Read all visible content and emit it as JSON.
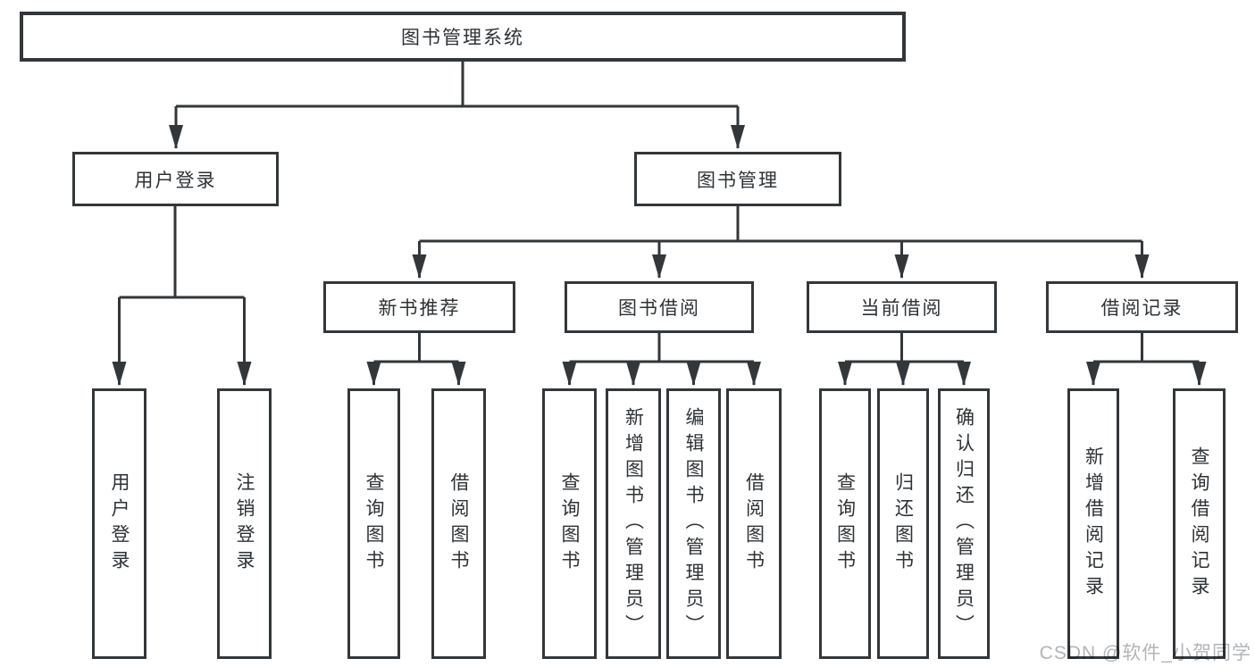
{
  "tree": {
    "label": "图书管理系统",
    "children": [
      {
        "label": "用户登录",
        "children": [
          {
            "label": "用户登录"
          },
          {
            "label": "注销登录"
          }
        ]
      },
      {
        "label": "图书管理",
        "children": [
          {
            "label": "新书推荐",
            "children": [
              {
                "label": "查询图书"
              },
              {
                "label": "借阅图书"
              }
            ]
          },
          {
            "label": "图书借阅",
            "children": [
              {
                "label": "查询图书"
              },
              {
                "label": "新增图书（管理员）"
              },
              {
                "label": "编辑图书（管理员）"
              },
              {
                "label": "借阅图书"
              }
            ]
          },
          {
            "label": "当前借阅",
            "children": [
              {
                "label": "查询图书"
              },
              {
                "label": "归还图书"
              },
              {
                "label": "确认归还（管理员）"
              }
            ]
          },
          {
            "label": "借阅记录",
            "children": [
              {
                "label": "新增借阅记录"
              },
              {
                "label": "查询借阅记录"
              }
            ]
          }
        ]
      }
    ]
  },
  "colors": {
    "line": "#33373a",
    "text": "#2e3235",
    "background": "#ffffff",
    "watermark_text": "#b2b4b7"
  },
  "watermark": {
    "text": "CSDN @软件_小贺同学"
  }
}
